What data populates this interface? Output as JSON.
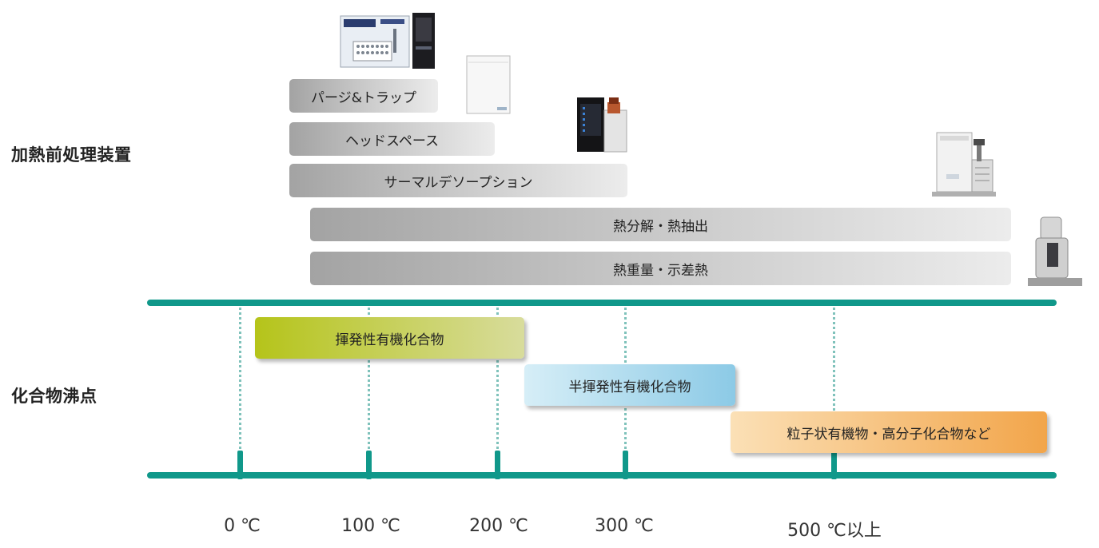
{
  "sections": {
    "heating_pretreatment": "加熱前処理装置",
    "boiling_point": "化合物沸点"
  },
  "methods": [
    {
      "key": "purge_trap",
      "label": "パージ&トラップ"
    },
    {
      "key": "headspace",
      "label": "ヘッドスペース"
    },
    {
      "key": "thermal_desorption",
      "label": "サーマルデソープション"
    },
    {
      "key": "pyrolysis",
      "label": "熱分解・熱抽出"
    },
    {
      "key": "tg_dta",
      "label": "熱重量・示差熱"
    }
  ],
  "compound_classes": [
    {
      "key": "voc",
      "label": "揮発性有機化合物",
      "color_from": "#b5c41a",
      "color_to": "#d8dc9c"
    },
    {
      "key": "svoc",
      "label": "半揮発性有機化合物",
      "color_from": "#d6eef7",
      "color_to": "#8ccae6"
    },
    {
      "key": "particulate",
      "label": "粒子状有機物・高分子化合物など",
      "color_from": "#fbe0b6",
      "color_to": "#f2a54a"
    }
  ],
  "temperature_axis": {
    "ticks": [
      "0 ℃",
      "100 ℃",
      "200 ℃",
      "300 ℃",
      "500 ℃以上"
    ]
  },
  "colors": {
    "rail": "#10988a",
    "dotted_guide": "#7fc2bb",
    "method_bar_from": "#a3a3a3",
    "method_bar_to": "#ececec"
  },
  "icons": [
    "autosampler-device-icon",
    "headspace-device-icon",
    "thermal-desorption-device-icon",
    "pyrolyzer-device-icon",
    "thermogravimetric-device-icon"
  ]
}
